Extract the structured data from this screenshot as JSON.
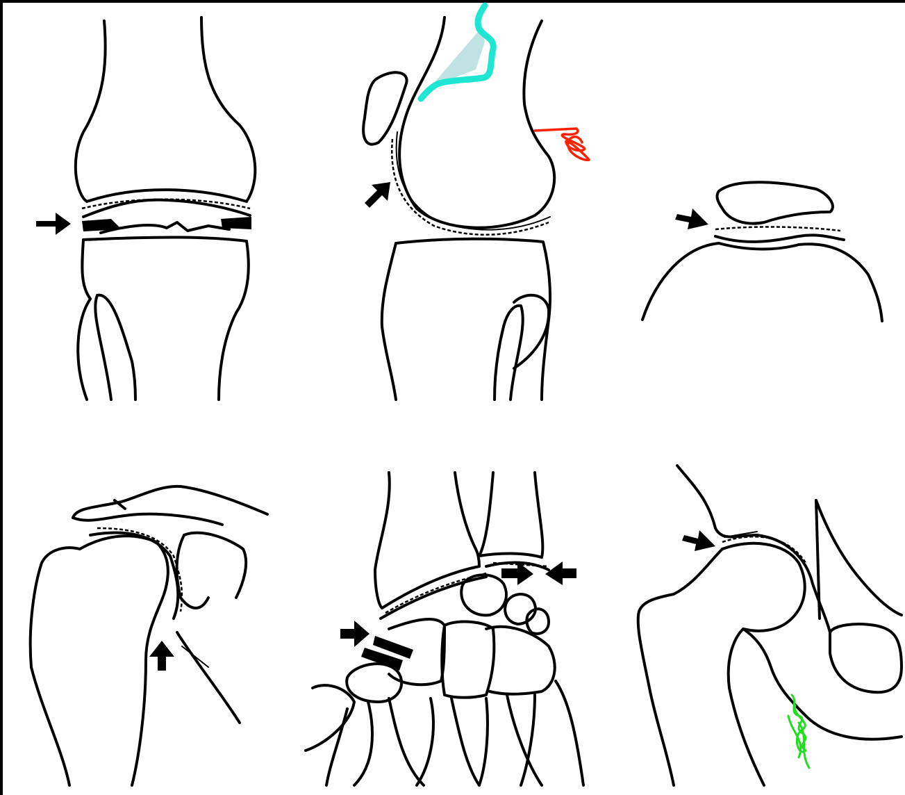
{
  "figure": {
    "panels": [
      {
        "joint": "knee-frontal",
        "arrow": "right"
      },
      {
        "joint": "knee-lateral",
        "arrow": "up-right"
      },
      {
        "joint": "patellofemoral",
        "arrow": "down-right"
      },
      {
        "joint": "shoulder",
        "arrow": "up"
      },
      {
        "joint": "wrist",
        "arrow": "down-right-and-left"
      },
      {
        "joint": "hip",
        "arrow": "down-right"
      }
    ],
    "annotations": {
      "cyan_color": "#1fe6d2",
      "cyan_fill": "#bfe3e2",
      "red_color": "#ff2200",
      "green_color": "#22dd22"
    }
  }
}
